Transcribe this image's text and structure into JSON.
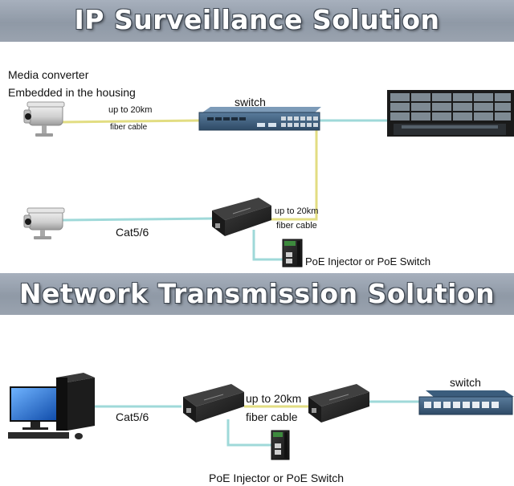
{
  "top": {
    "title": "IP Surveillance Solution",
    "media_converter_line1": "Media converter",
    "media_converter_line2": "Embedded in the housing",
    "switch_label": "switch",
    "distance_1": "up to 20km",
    "fiber_1": "fiber cable",
    "distance_2": "up to 20km",
    "fiber_2": "fiber cable",
    "copper": "Cat5/6",
    "poe": "PoE Injector or PoE Switch"
  },
  "bottom": {
    "title": "Network Transmission Solution",
    "copper": "Cat5/6",
    "distance": "up to 20km",
    "fiber": "fiber cable",
    "switch_label": "switch",
    "poe": "PoE Injector or PoE Switch"
  },
  "colors": {
    "fiber_cable": "#e2dd82",
    "copper_cable": "#9fd9d9",
    "device_dark": "#262626",
    "switch_blue": "#3e5f7f"
  }
}
